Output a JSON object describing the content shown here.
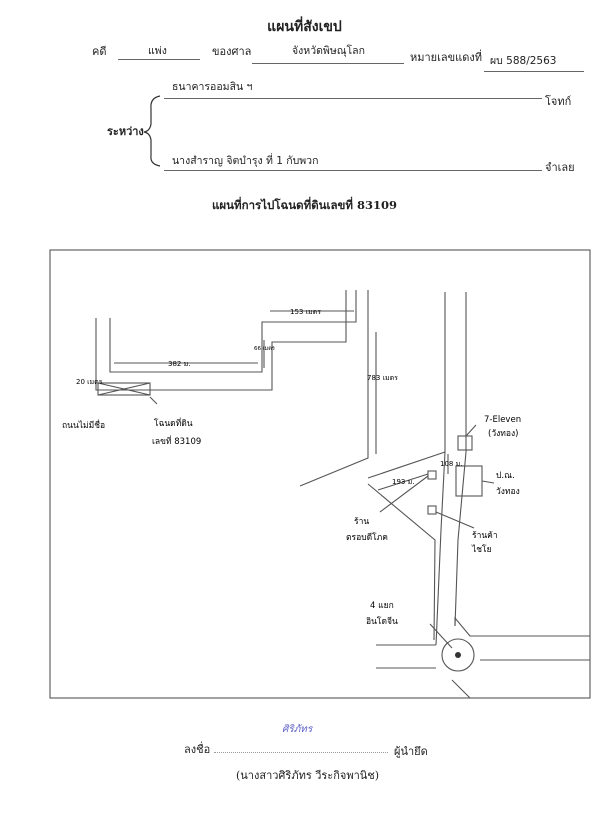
{
  "header": {
    "title": "แผนที่สังเขป",
    "case_label": "คดี",
    "case_value": "แพ่ง",
    "court_label": "ของศาล",
    "court_value": "จังหวัดพิษณุโลก",
    "case_no_label": "หมายเลขแดงที่",
    "case_no_value": "ผบ 588/2563"
  },
  "parties": {
    "between_label": "ระหว่าง",
    "plaintiff": "ธนาคารออมสิน ฯ",
    "plaintiff_role": "โจทก์",
    "defendant": "นางสำราญ จิตบำรุง ที่ 1 กับพวก",
    "defendant_role": "จำเลย"
  },
  "map_title": "แผนที่การไปโฉนดที่ดินเลขที่ 83109",
  "map": {
    "dist_153": "153 เมตร",
    "dist_382": "382 ม.",
    "dist_66": "66 เมตร",
    "dist_783": "783 เมตร",
    "dist_20": "20 เมตร",
    "label_road": "ถนนไม่มีชื่อ",
    "label_land_1": "โฉนดที่ดิน",
    "label_land_2": "เลขที่ 83109",
    "seven_eleven_1": "7-Eleven",
    "seven_eleven_2": "(วังทอง)",
    "dist_108": "108 ม.",
    "dist_193": "193 ม.",
    "post_office_1": "ป.ณ.",
    "post_office_2": "วังทอง",
    "shop_left_1": "ร้าน",
    "shop_left_2": "ตรอบดีโภค",
    "shop_right_1": "ร้านค้า",
    "shop_right_2": "ไชโย",
    "intersection_1": "4 แยก",
    "intersection_2": "อินโดจีน"
  },
  "footer": {
    "sign_label": "ลงชื่อ",
    "signature": "ศิริภัทร",
    "seizer_label": "ผู้นำยึด",
    "name": "(นางสาวศิริภัทร วีระกิจพานิช)"
  }
}
